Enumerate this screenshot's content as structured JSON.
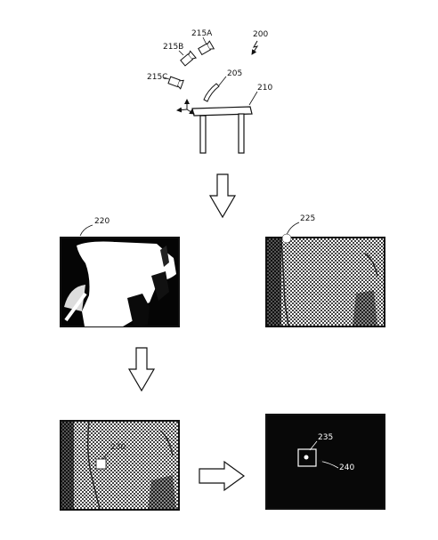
{
  "labels": {
    "system": "200",
    "camera_a": "215A",
    "camera_b": "215B",
    "camera_c": "215C",
    "object": "205",
    "table": "210",
    "image_220": "220",
    "image_225": "225",
    "image_230": "230",
    "box": "235",
    "point": "240"
  }
}
